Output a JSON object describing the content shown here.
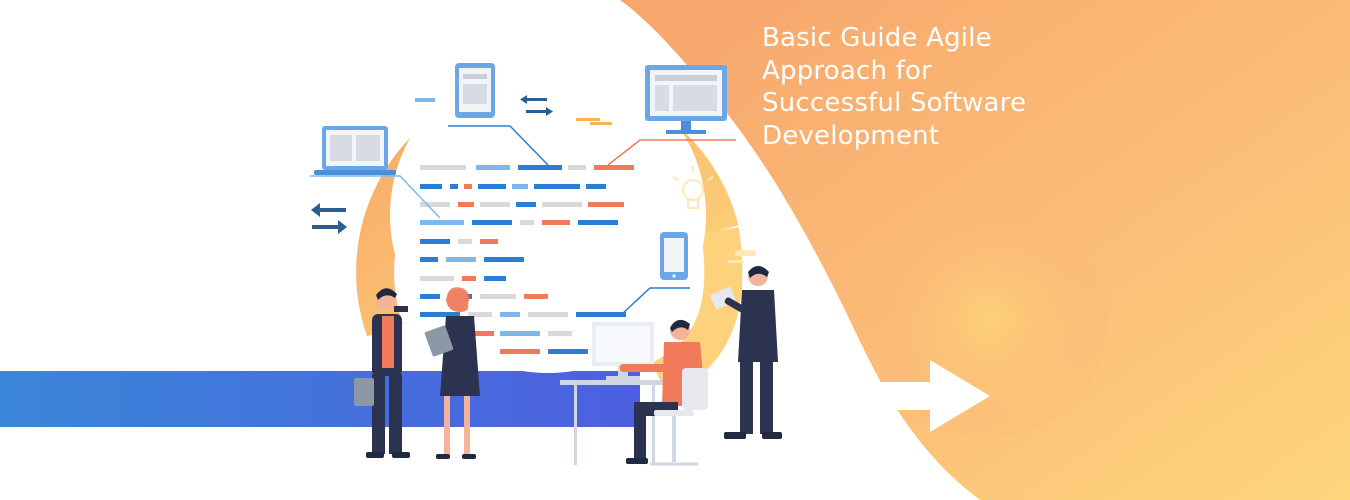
{
  "banner": {
    "headline_lines": [
      "Basic Guide Agile",
      "Approach for",
      "Successful Software",
      "Development"
    ]
  },
  "colors": {
    "orange_light": "#fbc07c",
    "orange_mid": "#f9a86a",
    "yellow": "#fdd97a",
    "blue_band_start": "#3b7bd6",
    "blue_band_end": "#4a63de",
    "code_blue": "#2a7fd4",
    "code_light_blue": "#7fb6ec",
    "code_orange": "#f07a5a",
    "code_gray": "#d9d9d9",
    "navy": "#2c3350",
    "white": "#ffffff"
  },
  "icons": [
    "agile-cycle-ring",
    "laptop-icon",
    "tablet-icon",
    "monitor-icon",
    "smartphone-icon",
    "lightbulb-icon",
    "swap-arrows-icon",
    "forward-arrow-icon"
  ]
}
